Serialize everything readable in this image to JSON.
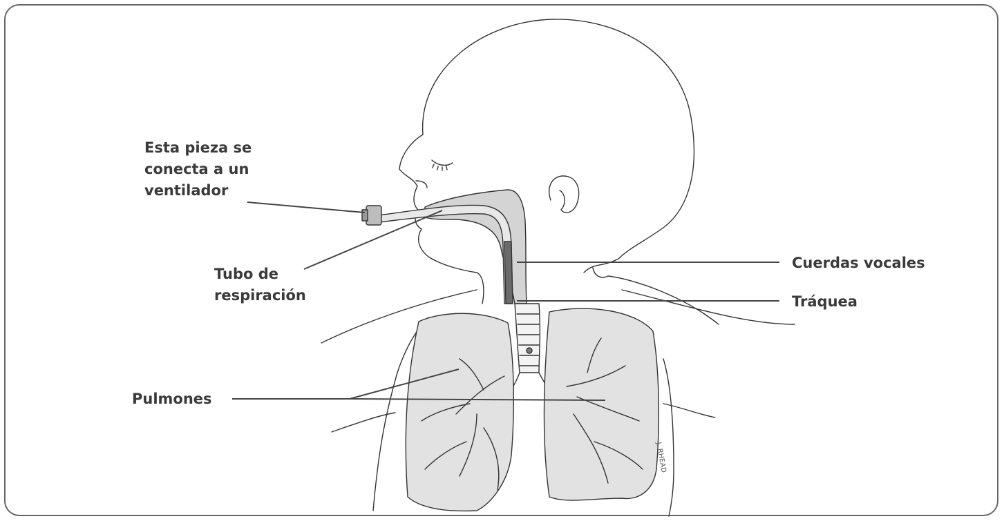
{
  "labels": {
    "ventilator_piece": "Esta pieza se conecta a un ventilador",
    "breathing_tube": "Tubo de respiración",
    "vocal_cords": "Cuerdas vocales",
    "trachea": "Tráquea",
    "lungs": "Pulmones"
  },
  "signature": "J. RHEAD",
  "colors": {
    "line": "#333333",
    "lung_fill": "#e2e2e2",
    "airway_fill": "#cfcfcf",
    "tube_fill": "#6b6b6b",
    "label_text": "#3a3a3a",
    "frame_border": "#666666"
  }
}
